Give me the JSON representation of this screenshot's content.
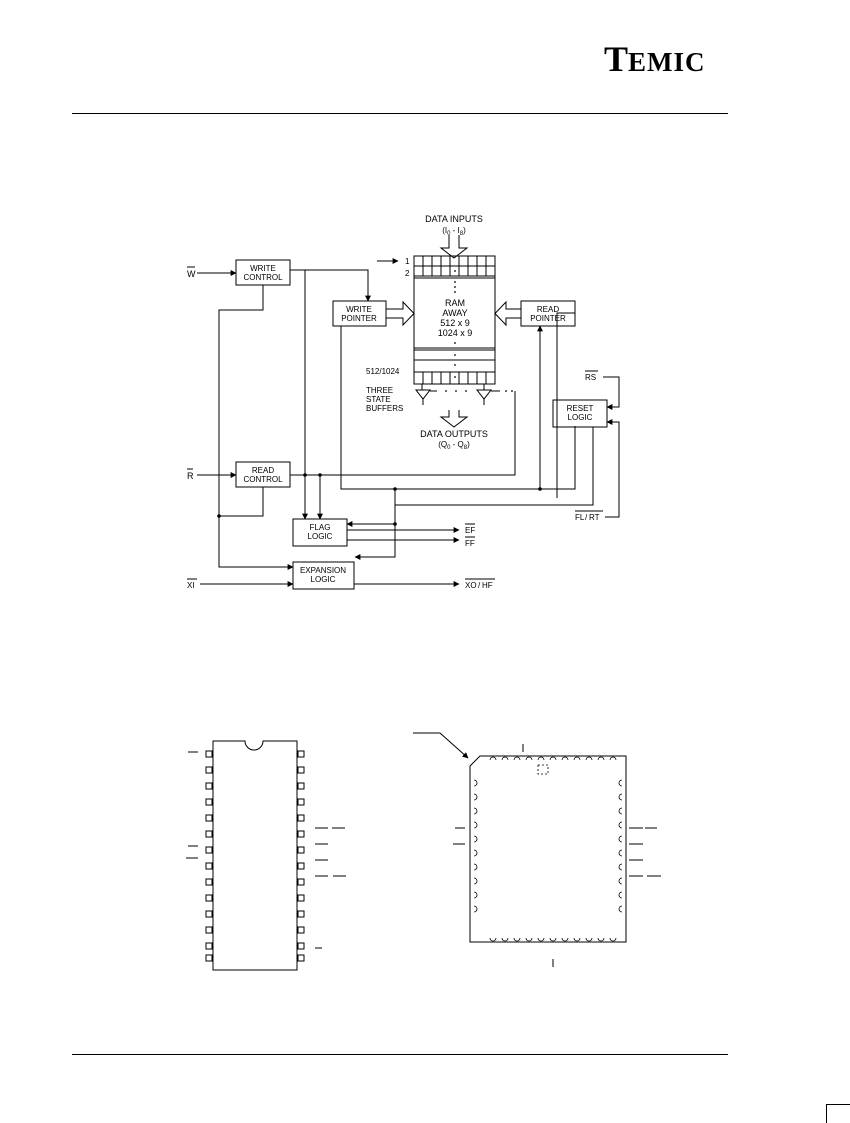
{
  "logo": {
    "text": "TEMIC"
  },
  "block_diagram": {
    "data_inputs": "DATA INPUTS",
    "data_inputs_range": "(I0 - I8)",
    "data_outputs": "DATA OUTPUTS",
    "data_outputs_range": "(Q0 - Q8)",
    "row_1": "1",
    "row_2": "2",
    "row_last": "512/1024",
    "ram": [
      "RAM",
      "AWAY",
      "512 x 9",
      "1024 x 9"
    ],
    "write_control": [
      "WRITE",
      "CONTROL"
    ],
    "write_pointer": [
      "WRITE",
      "POINTER"
    ],
    "read_pointer": [
      "READ",
      "POINTER"
    ],
    "read_control": [
      "READ",
      "CONTROL"
    ],
    "reset_logic": [
      "RESET",
      "LOGIC"
    ],
    "flag_logic": [
      "FLAG",
      "LOGIC"
    ],
    "expansion_logic": [
      "EXPANSION",
      "LOGIC"
    ],
    "three_state_buffers": [
      "THREE",
      "STATE",
      "BUFFERS"
    ],
    "signal_w": "W",
    "signal_r": "R",
    "signal_xi": "XI",
    "signal_rs": "RS",
    "signal_ef": "EF",
    "signal_ff": "FF",
    "signal_xo": "XO",
    "signal_xo_sep": "/",
    "signal_hf": "HF",
    "signal_fl": "FL",
    "signal_fl_sep": "/",
    "signal_rt": "RT"
  }
}
